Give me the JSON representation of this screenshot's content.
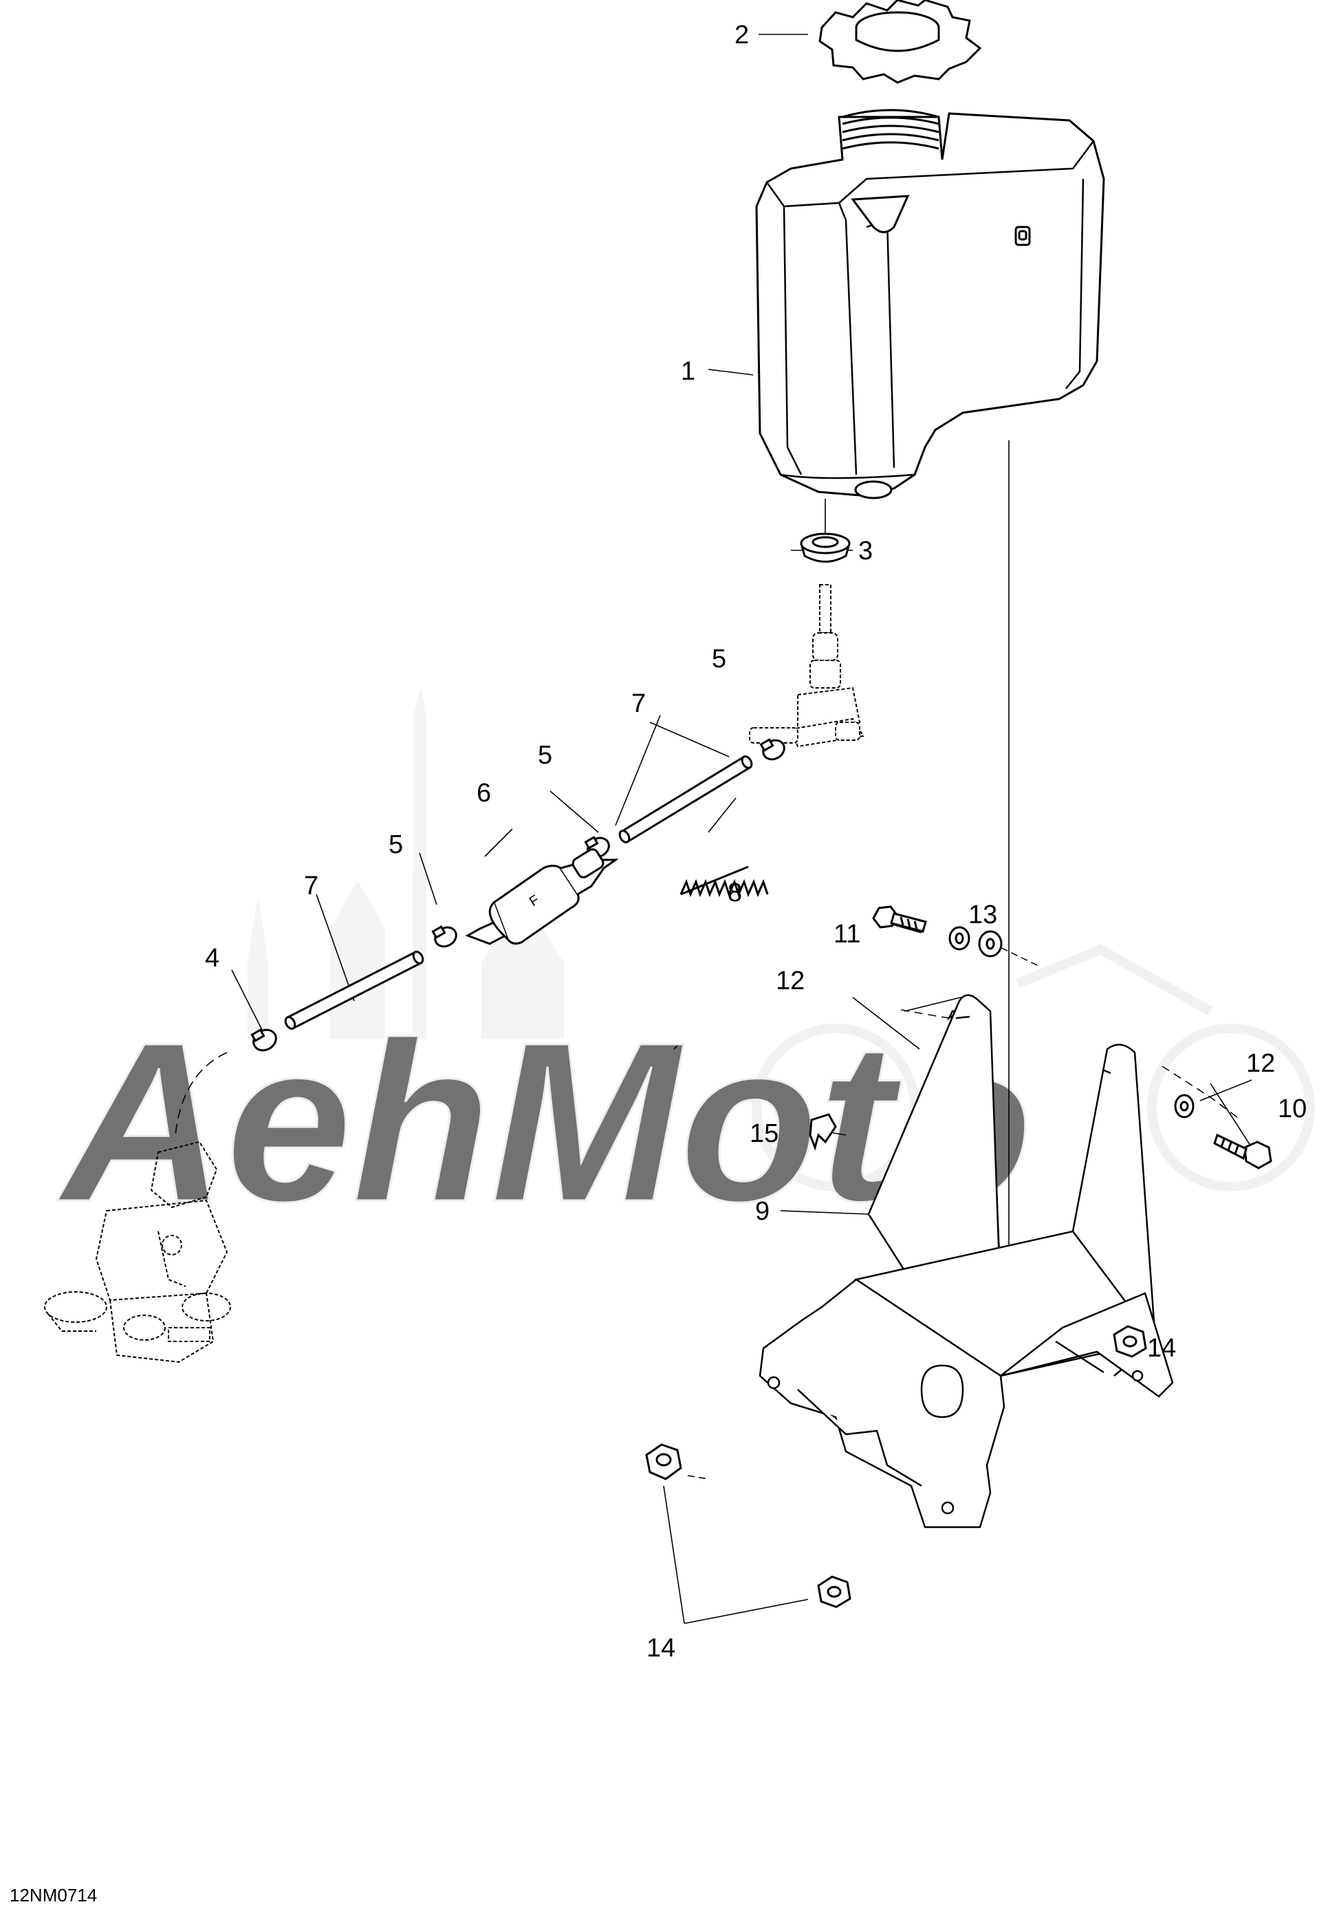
{
  "watermark": {
    "text": "AehMoto"
  },
  "figure_code": "12NM0714",
  "callouts": [
    {
      "id": "c1",
      "label": "1"
    },
    {
      "id": "c2",
      "label": "2"
    },
    {
      "id": "c3",
      "label": "3"
    },
    {
      "id": "c4",
      "label": "4"
    },
    {
      "id": "c5a",
      "label": "5"
    },
    {
      "id": "c5b",
      "label": "5"
    },
    {
      "id": "c5c",
      "label": "5"
    },
    {
      "id": "c6",
      "label": "6"
    },
    {
      "id": "c7a",
      "label": "7"
    },
    {
      "id": "c7b",
      "label": "7"
    },
    {
      "id": "c8",
      "label": "8"
    },
    {
      "id": "c9",
      "label": "9"
    },
    {
      "id": "c10",
      "label": "10"
    },
    {
      "id": "c11",
      "label": "11"
    },
    {
      "id": "c12a",
      "label": "12"
    },
    {
      "id": "c12b",
      "label": "12"
    },
    {
      "id": "c13",
      "label": "13"
    },
    {
      "id": "c14a",
      "label": "14"
    },
    {
      "id": "c14b",
      "label": "14"
    },
    {
      "id": "c15",
      "label": "15"
    }
  ]
}
